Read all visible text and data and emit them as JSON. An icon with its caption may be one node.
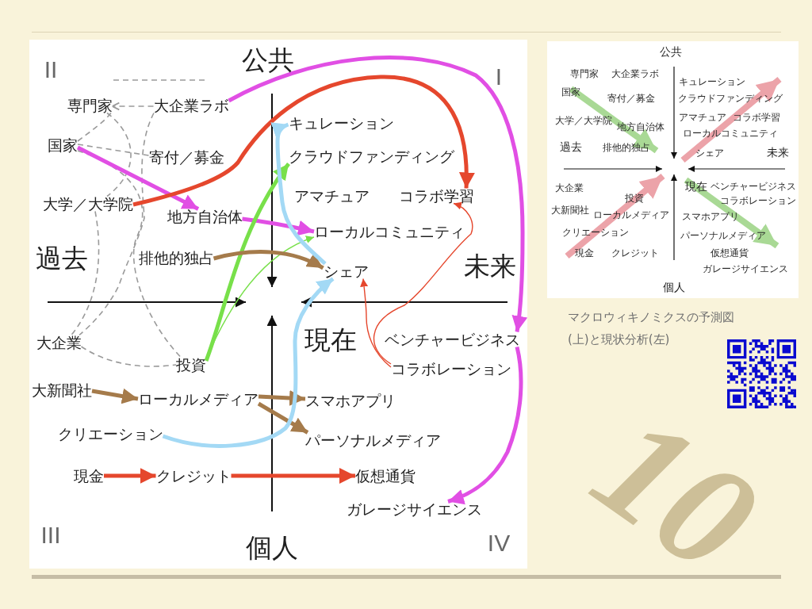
{
  "diagram": {
    "nodes": [
      {
        "text": [
          "専門家"
        ]
      },
      {
        "text": [
          "大企業ラボ"
        ]
      },
      {
        "text": [
          "キュレーション"
        ]
      },
      {
        "text": [
          "国家"
        ]
      },
      {
        "text": [
          "クラウドファンディング"
        ]
      },
      {
        "text": [
          "寄付／募金"
        ]
      },
      {
        "text": [
          "コラボ学習"
        ]
      },
      {
        "text": [
          "大学／大学院"
        ]
      },
      {
        "text": [
          "地方自治体"
        ]
      },
      {
        "text": [
          "ローカルコミュニティ"
        ]
      },
      {
        "text": [
          "排他的独占"
        ]
      },
      {
        "text": [
          "シェア"
        ]
      },
      {
        "text": [
          "大企業"
        ]
      },
      {
        "text": [
          "ベンチャービジネス"
        ]
      },
      {
        "text": [
          "投資"
        ]
      },
      {
        "text": [
          "コラボレーション"
        ]
      },
      {
        "text": [
          "大新聞社"
        ]
      },
      {
        "text": [
          "ローカルメディア"
        ]
      },
      {
        "text": [
          "スマホアプリ"
        ]
      },
      {
        "text": [
          "クリエーション"
        ]
      },
      {
        "text": [
          "パーソナルメディア"
        ]
      },
      {
        "text": [
          "現金"
        ]
      },
      {
        "text": [
          "クレジット"
        ]
      },
      {
        "text": [
          "仮想通貨"
        ]
      },
      {
        "text": [
          "ガレージサイエンス"
        ]
      }
    ],
    "edges": [
      {
        "from": 1,
        "to": 0,
        "arrow": "to",
        "style": "dashed"
      },
      {
        "from": 3,
        "to": 0,
        "arrow": "none",
        "style": "dashed"
      },
      {
        "from": 3,
        "to": 5,
        "arrow": "none",
        "style": "dashed"
      },
      {
        "from": 0,
        "to": 7,
        "arrow": "none",
        "style": "dashed"
      },
      {
        "from": 3,
        "to": 14,
        "arrow": "none",
        "style": "dashed"
      },
      {
        "from": 1,
        "to": 12,
        "arrow": "none",
        "style": "dashed"
      },
      {
        "from": 7,
        "to": 12,
        "arrow": "none",
        "style": "dashed"
      },
      {
        "from": 12,
        "to": 14,
        "arrow": "none",
        "style": "dashed"
      },
      {
        "from": 1,
        "to": 13,
        "arrow": "to",
        "color": "#e14fe4"
      },
      {
        "from": 3,
        "to": 8,
        "arrow": "to",
        "color": "#e14fe4"
      },
      {
        "from": 8,
        "to": 9,
        "arrow": "to",
        "color": "#e14fe4"
      },
      {
        "from": 13,
        "to": 24,
        "arrow": "to",
        "color": "#e14fe4"
      },
      {
        "from": 7,
        "to": 6,
        "arrow": "to",
        "color": "#e5472d"
      },
      {
        "from": 21,
        "to": 22,
        "arrow": "to",
        "color": "#e5472d"
      },
      {
        "from": 22,
        "to": 23,
        "arrow": "to",
        "color": "#e5472d"
      },
      {
        "from": 15,
        "to": 6,
        "arrow": "to",
        "color": "#e5472d"
      },
      {
        "from": 15,
        "to": 11,
        "arrow": "to",
        "color": "#e5472d"
      },
      {
        "from": 14,
        "to": 4,
        "arrow": "to",
        "color": "#78e04a"
      },
      {
        "from": 14,
        "to": 9,
        "arrow": "to",
        "color": "#78e04a"
      },
      {
        "from": 10,
        "to": 11,
        "arrow": "to",
        "color": "#a57b4b"
      },
      {
        "from": 16,
        "to": 17,
        "arrow": "to",
        "color": "#a57b4b"
      },
      {
        "from": 17,
        "to": 18,
        "arrow": "to",
        "color": "#a57b4b"
      },
      {
        "from": 17,
        "to": 20,
        "arrow": "to",
        "color": "#a57b4b"
      },
      {
        "from": 11,
        "to": 2,
        "arrow": "to",
        "color": "#a3d9f5"
      },
      {
        "from": 19,
        "to": 11,
        "arrow": "to",
        "color": "#a3d9f5"
      }
    ],
    "labels": [
      "II",
      "公共",
      "I",
      "アマチュア",
      "過去",
      "未来",
      "現在",
      "III",
      "個人",
      "IV",
      "公共",
      "専門家",
      "大企業ラボ",
      "キュレーション",
      "国家",
      "寄付／募金",
      "クラウドファンディング",
      "大学／大学院",
      "アマチュア",
      "コラボ学習",
      "地方自治体",
      "ローカルコミュニティ",
      "過去",
      "排他的独占",
      "シェア",
      "未来",
      "大企業",
      "現在",
      "ベンチャービジネス",
      "投資",
      "コラボレーション",
      "大新聞社",
      "ローカルメディア",
      "スマホアプリ",
      "クリエーション",
      "パーソナルメディア",
      "現金",
      "クレジット",
      "仮想通貨",
      "ガレージサイエンス",
      "個人",
      "10"
    ],
    "caption": "マクロウィキノミクスの予測図(上)と現状分析(左)"
  }
}
